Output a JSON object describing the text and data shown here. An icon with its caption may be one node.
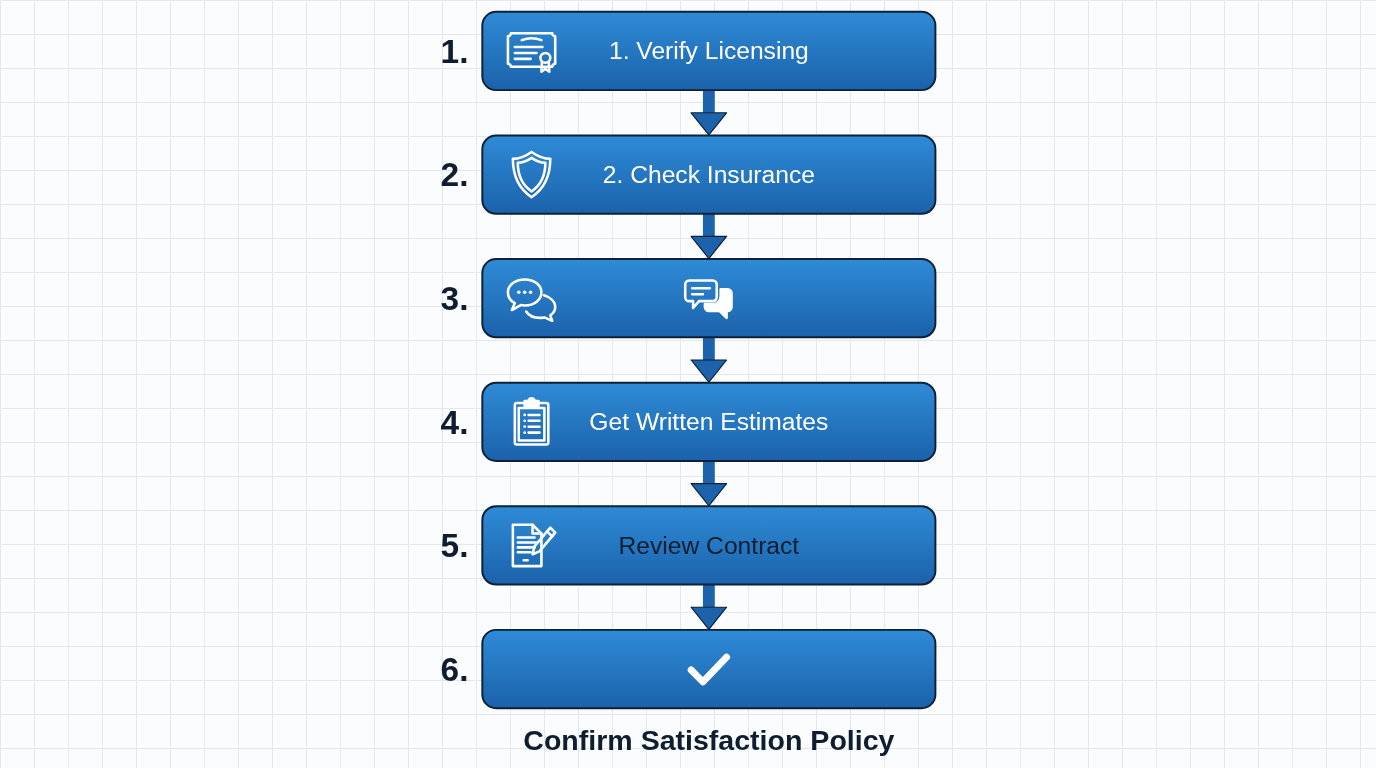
{
  "diagram": {
    "nodes": [
      {
        "text": [
          "1. Verify Licensing"
        ],
        "beside": [
          "1."
        ]
      },
      {
        "text": [
          "2. Check Insurance"
        ],
        "beside": [
          "2."
        ]
      },
      {
        "text": [],
        "shape": "box",
        "beside": [
          "3."
        ]
      },
      {
        "text": [
          "Get Written Estimates"
        ],
        "beside": [
          "4."
        ]
      },
      {
        "text": [
          "Review Contract"
        ],
        "beside": [
          "5."
        ]
      },
      {
        "text": [],
        "shape": "box",
        "beside": [
          "6.",
          "Confirm Satisfaction Policy"
        ]
      }
    ],
    "edges": [
      {
        "from": 0,
        "to": 1,
        "arrow": "to"
      },
      {
        "from": 1,
        "to": 2,
        "arrow": "to"
      },
      {
        "from": 2,
        "to": 3,
        "arrow": "to"
      },
      {
        "from": 3,
        "to": 4,
        "arrow": "to"
      },
      {
        "from": 4,
        "to": 5,
        "arrow": "to"
      }
    ]
  }
}
